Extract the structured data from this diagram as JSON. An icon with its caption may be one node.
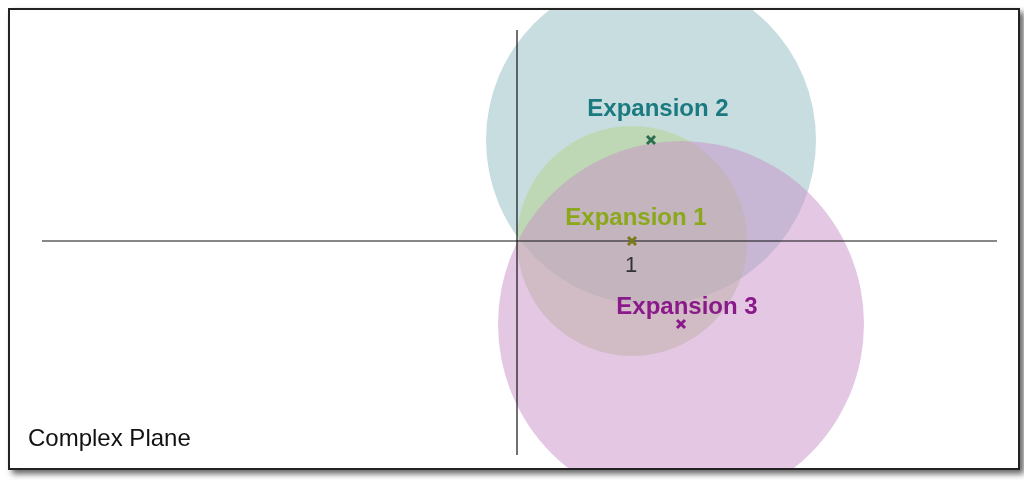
{
  "diagram": {
    "labels": [
      "Expansion 2",
      "Expansion 1",
      "1",
      "Expansion 3",
      "Complex Plane"
    ]
  }
}
